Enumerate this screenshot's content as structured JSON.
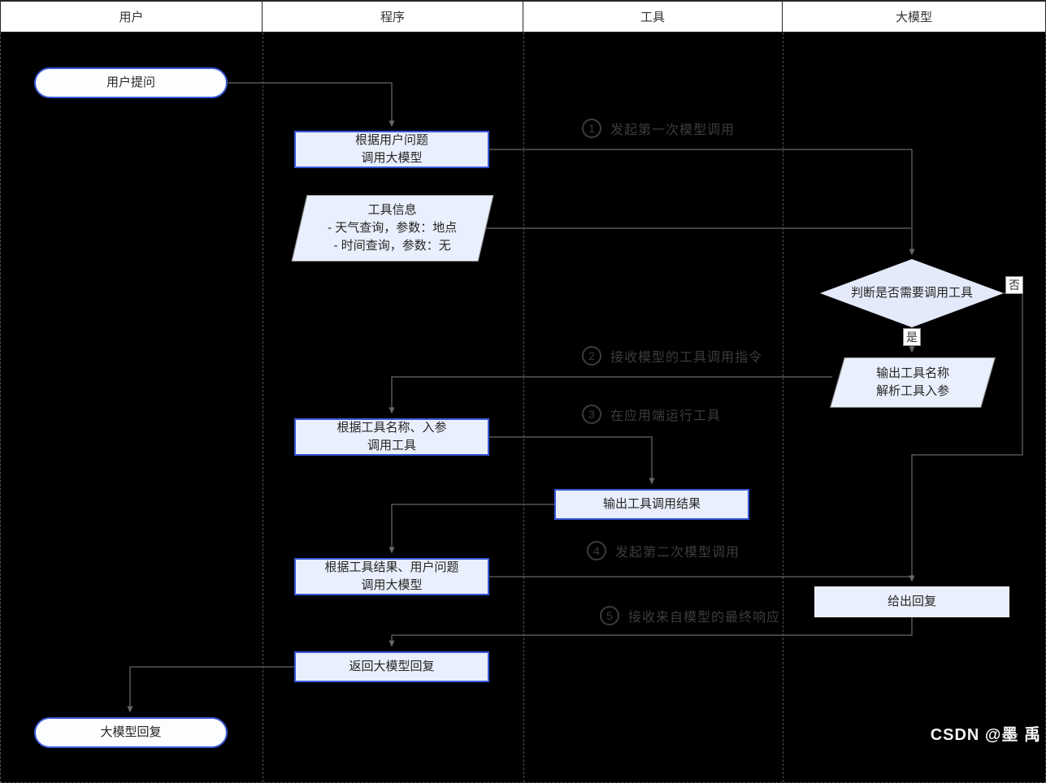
{
  "lanes": [
    {
      "label": "用户"
    },
    {
      "label": "程序"
    },
    {
      "label": "工具"
    },
    {
      "label": "大模型"
    }
  ],
  "nodes": {
    "start": {
      "type": "stadium",
      "lane": "用户",
      "label": "用户提问"
    },
    "call_model_1": {
      "type": "process",
      "lane": "程序",
      "label": "根据用户问题\n调用大模型"
    },
    "tool_info": {
      "type": "data",
      "lane": "程序",
      "label": "工具信息\n- 天气查询，参数：地点\n- 时间查询，参数：无"
    },
    "decision": {
      "type": "decision",
      "lane": "大模型",
      "label": "判断是否需要调用工具"
    },
    "output_tool_name": {
      "type": "data",
      "lane": "大模型",
      "label": "输出工具名称\n解析工具入参"
    },
    "call_tool": {
      "type": "process",
      "lane": "程序",
      "label": "根据工具名称、入参\n调用工具"
    },
    "tool_result": {
      "type": "process",
      "lane": "工具",
      "label": "输出工具调用结果"
    },
    "call_model_2": {
      "type": "process",
      "lane": "程序",
      "label": "根据工具结果、用户问题\n调用大模型"
    },
    "give_reply": {
      "type": "process-plain",
      "lane": "大模型",
      "label": "给出回复"
    },
    "return_reply": {
      "type": "process",
      "lane": "程序",
      "label": "返回大模型回复"
    },
    "end": {
      "type": "stadium",
      "lane": "用户",
      "label": "大模型回复"
    }
  },
  "branch_labels": {
    "no": "否",
    "yes": "是"
  },
  "steps": [
    {
      "num": "1",
      "label": "发起第一次模型调用"
    },
    {
      "num": "2",
      "label": "接收模型的工具调用指令"
    },
    {
      "num": "3",
      "label": "在应用端运行工具"
    },
    {
      "num": "4",
      "label": "发起第二次模型调用"
    },
    {
      "num": "5",
      "label": "接收来自模型的最终响应"
    }
  ],
  "watermark": "CSDN @墨 禹",
  "colors": {
    "background": "#000000",
    "header_bg": "#ffffff",
    "node_fill": "#e9effc",
    "stadium_fill": "#fcfdff",
    "accent_border": "#3a58d6",
    "edge": "#7f7f7f",
    "step_text": "#3c3c3c"
  }
}
